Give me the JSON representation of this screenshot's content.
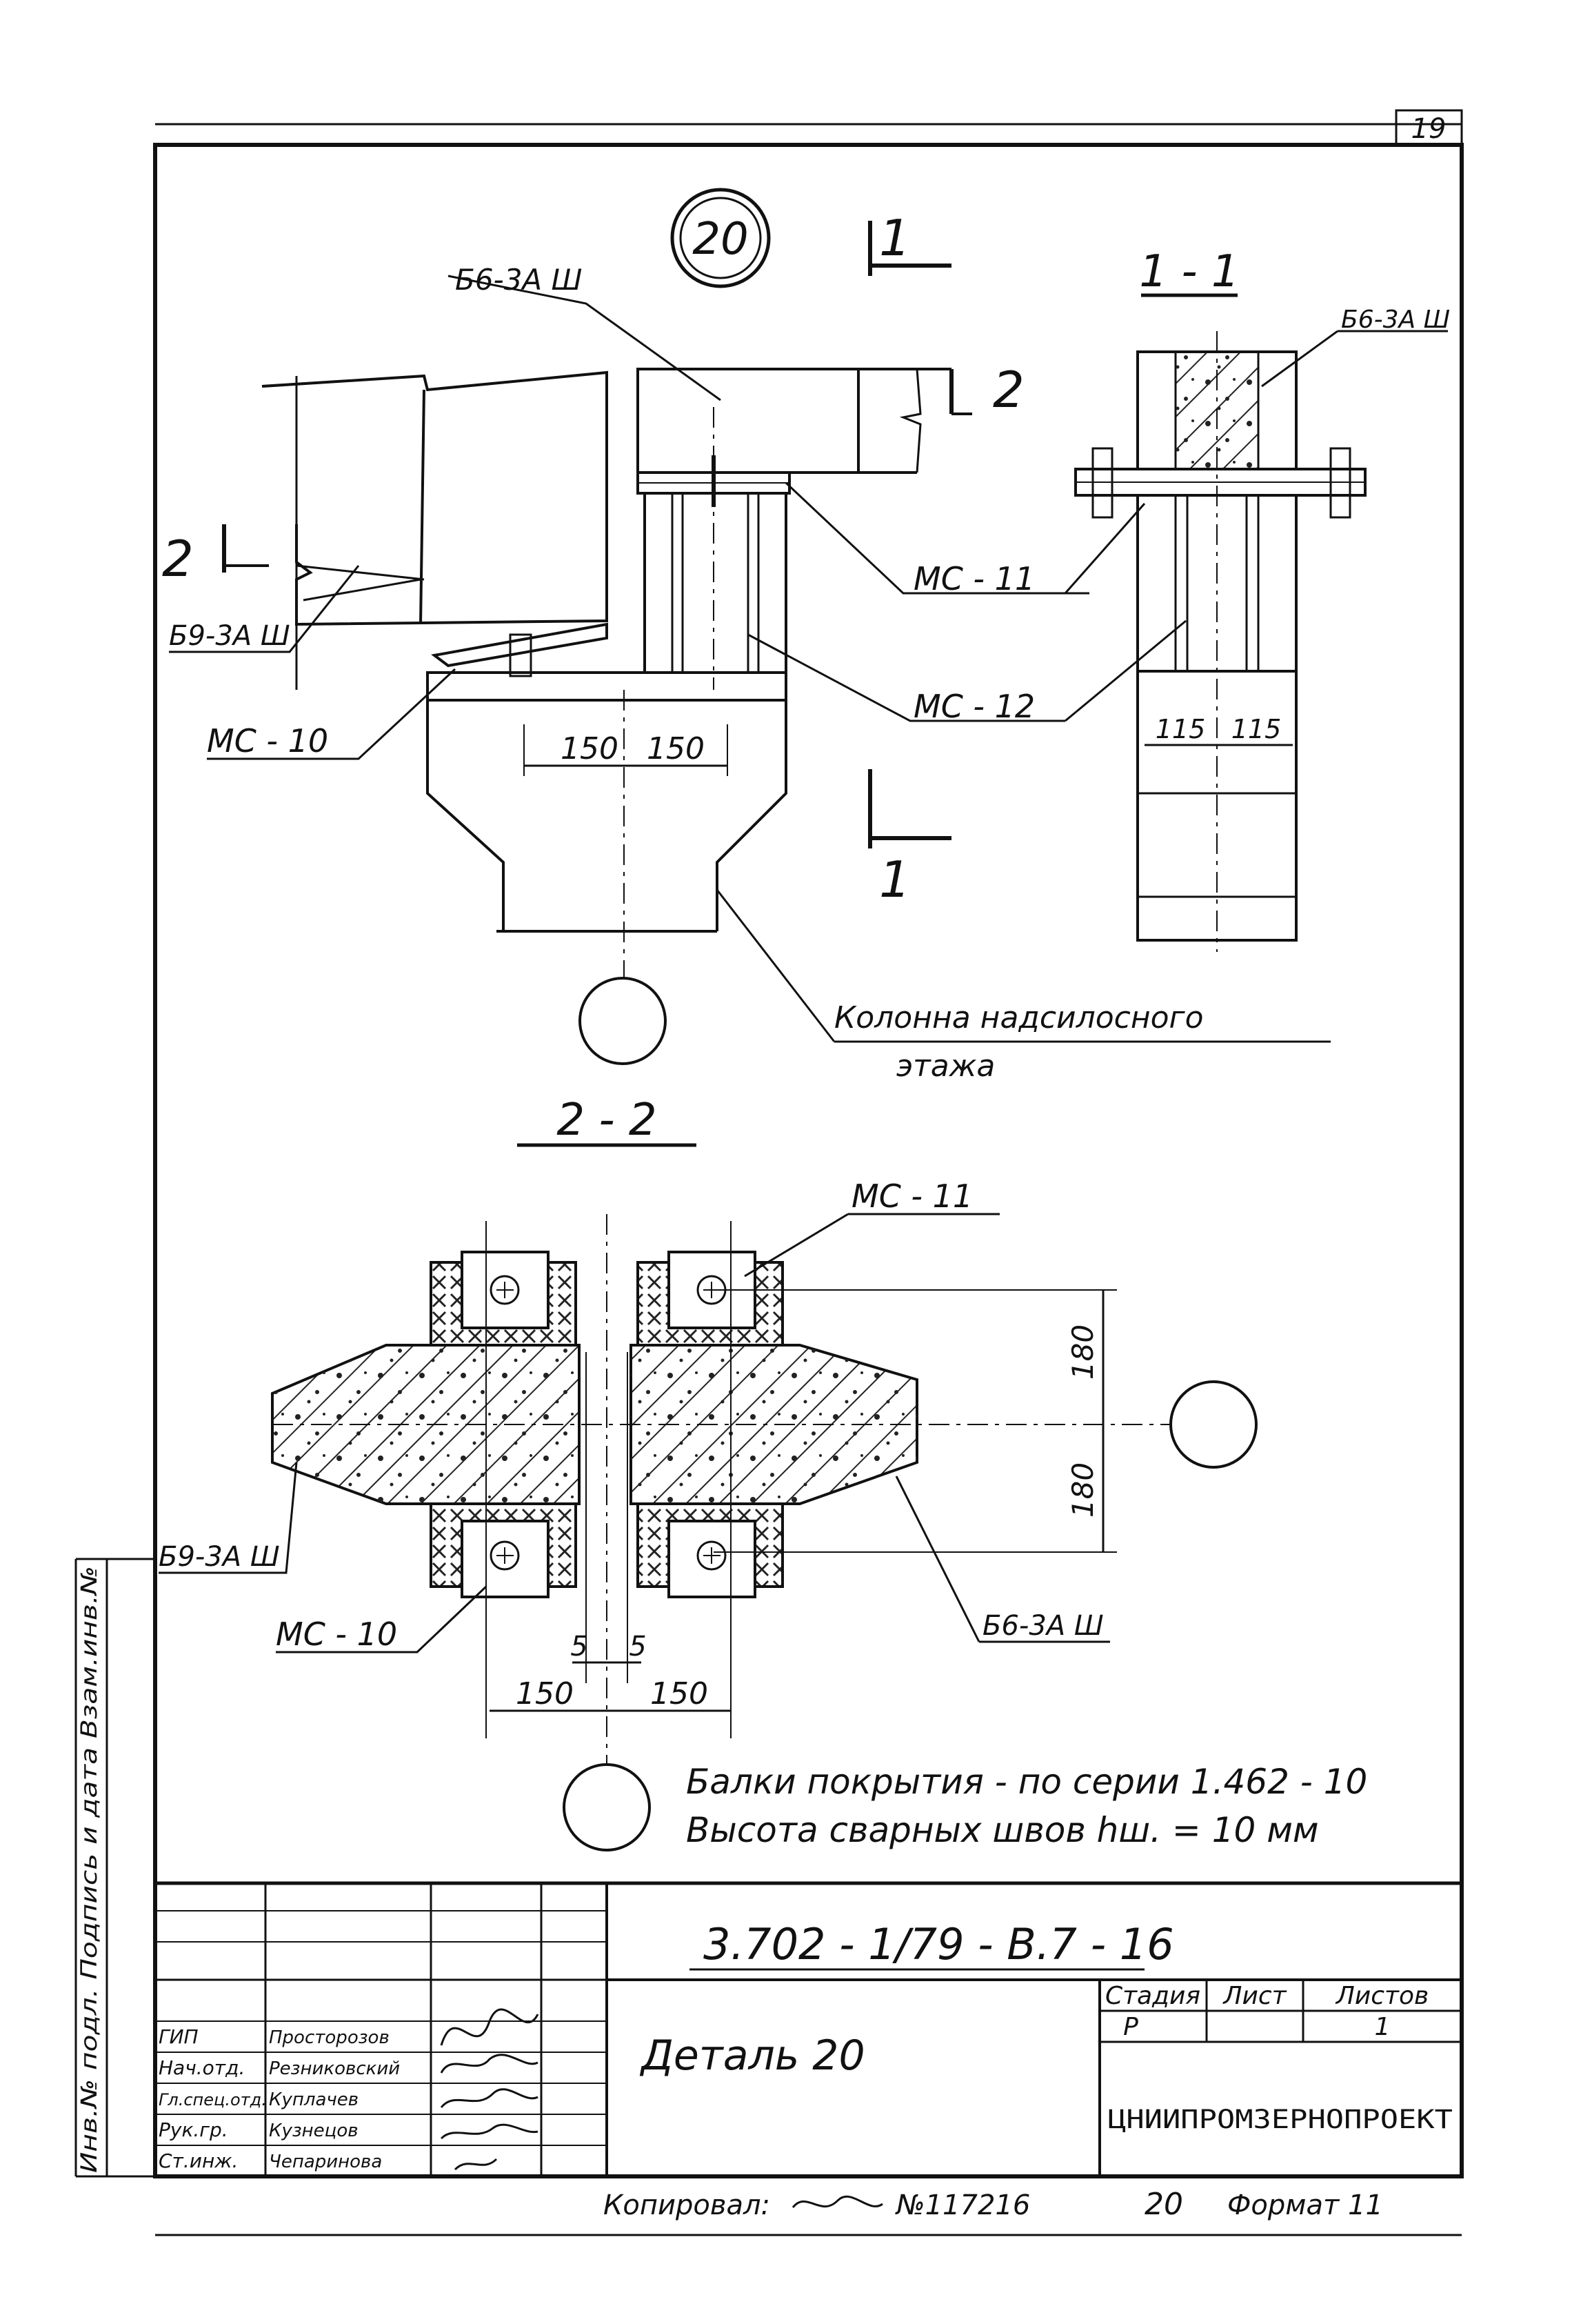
{
  "sheet_number": "19",
  "detail_mark": "20",
  "section_labels": {
    "s1_top": "1",
    "s1_bottom": "1",
    "s2_left": "2",
    "s2_right": "2",
    "view_1_1": "1 - 1",
    "view_2_2": "2 - 2"
  },
  "elevation": {
    "beam_top": "Б6-3А Ш",
    "beam_left": "Б9-3А Ш",
    "mc10": "МС - 10",
    "mc11": "МС - 11",
    "mc12": "МС - 12",
    "dim_left": "150",
    "dim_right": "150",
    "column_caption_line1": "Колонна надсилосного",
    "column_caption_line2": "этажа"
  },
  "section_1_1": {
    "beam": "Б6-3А Ш",
    "dim_left": "115",
    "dim_right": "115"
  },
  "section_2_2": {
    "mc11": "МС - 11",
    "mc10": "МС - 10",
    "beam_left": "Б9-3А Ш",
    "beam_right": "Б6-3А Ш",
    "dim_top": "180",
    "dim_bottom": "180",
    "gap_left": "5",
    "gap_right": "5",
    "dim_left": "150",
    "dim_right": "150"
  },
  "notes": {
    "line1": "Балки покрытия - по серии 1.462 - 10",
    "line2": "Высота сварных швов hш. = 10 мм"
  },
  "title_block": {
    "designation": "3.702 - 1/79 - В.7 - 16",
    "title": "Деталь 20",
    "headers": [
      "Стадия",
      "Лист",
      "Листов"
    ],
    "values": [
      "Р",
      "",
      "1"
    ],
    "organization": "ЦНИИПРОМЗЕРНОПРОЕКТ",
    "roles": [
      {
        "role": "ГИП",
        "name": "Просторозов"
      },
      {
        "role": "Нач.отд.",
        "name": "Резниковский"
      },
      {
        "role": "Гл.спец.отд.",
        "name": "Куплачев"
      },
      {
        "role": "Рук.гр.",
        "name": "Кузнецов"
      },
      {
        "role": "Ст.инж.",
        "name": "Чепаринова"
      }
    ]
  },
  "side_stamp": "Инв.№ подл. Подпись и дата Взам.инв.№",
  "footer": {
    "copied": "Копировал:",
    "order": "№117216",
    "number": "20",
    "format": "Формат 11"
  }
}
